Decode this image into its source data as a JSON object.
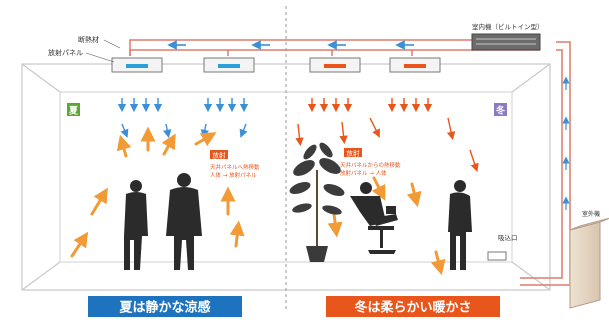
{
  "labels": {
    "heat_insulator": "断熱材",
    "radiant_panel": "放射パネル",
    "indoor_unit": "室内機（ビルトイン型）",
    "outdoor_unit": "室外機",
    "intake": "吸込口",
    "summer_badge": "夏",
    "winter_badge": "冬"
  },
  "summer": {
    "radiation_title": "放射",
    "radiation_line1": "天井パネルへ熱移動",
    "radiation_line2": "人体 → 放射パネル",
    "caption": "夏は静かな涼感"
  },
  "winter": {
    "radiation_title": "放射",
    "radiation_line1": "天井パネルからの熱移動",
    "radiation_line2": "放射パネル → 人体",
    "caption": "冬は柔らかい暖かさ"
  },
  "colors": {
    "summer_caption_bg": "#1e73be",
    "winter_caption_bg": "#e8561c",
    "cool_arrow": "#3a8fd6",
    "warm_arrow": "#e8561c",
    "up_arrow": "#f29a35",
    "duct": "#e07a6c",
    "summer_badge_bg": "#5aa82e",
    "winter_badge_bg": "#8a7bc4",
    "panel_cool": "#2ca0d8",
    "panel_warm": "#e8561c"
  },
  "icons": {
    "people": "silhouette-person-icon",
    "plant": "potted-plant-icon",
    "chair": "reclining-person-icon"
  }
}
